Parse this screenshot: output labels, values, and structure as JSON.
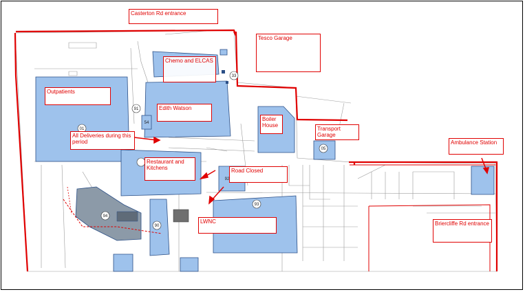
{
  "colors": {
    "building": "#9ec2ec",
    "building_stroke": "#2b4f86",
    "route": "#e00000",
    "linework": "#8a8a8a",
    "label_text": "#e00000"
  },
  "labels": {
    "casterton": "Casterton Rd entrance",
    "tesco": "Tesco Garage",
    "chemo": "Chemo and ELCAS",
    "outpatients": "Outpatients",
    "edith": "Edith Watson",
    "boiler": "Boiler House",
    "transport": "Transport Garage",
    "deliveries": "All Deliveries during this period",
    "restaurant": "Restaurant and Kitchens",
    "road_closed": "Road Closed",
    "ambulance": "Ambulance Station",
    "lwnc": "LWNC",
    "briercliffe": "Briercliffe Rd entrance"
  },
  "building_numbers": {
    "n01": "01",
    "n33": "33",
    "n91": "91",
    "n54": "54",
    "n05": "05",
    "n93": "93",
    "n94": "94",
    "n92": "92",
    "n90": "90"
  }
}
